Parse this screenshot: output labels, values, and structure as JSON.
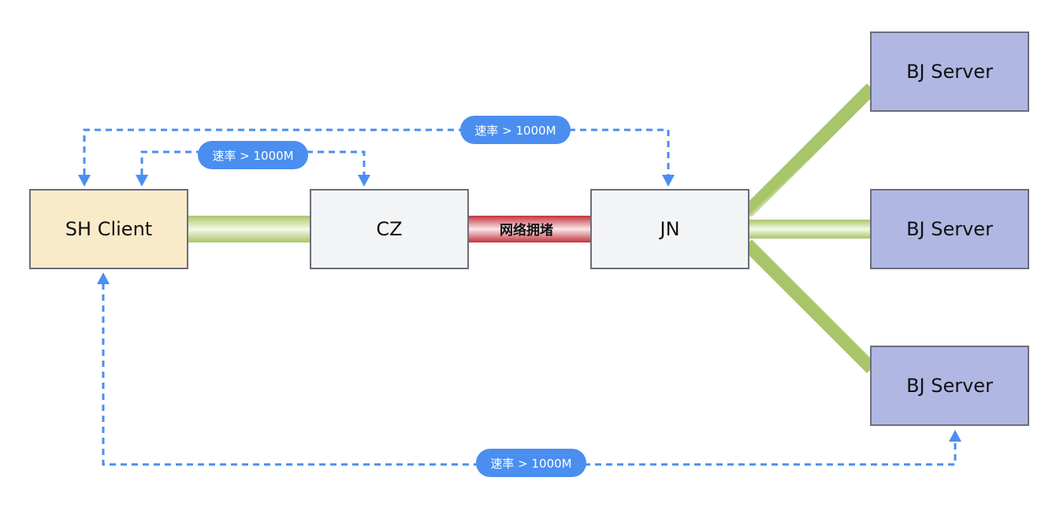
{
  "nodes": {
    "sh_client": "SH Client",
    "cz": "CZ",
    "jn": "JN",
    "bj_server_top": "BJ Server",
    "bj_server_middle": "BJ Server",
    "bj_server_bottom": "BJ Server"
  },
  "links": {
    "congestion_label": "网络拥堵"
  },
  "speed_labels": {
    "sh_to_jn": "速率 > 1000M",
    "sh_to_cz": "速率 > 1000M",
    "sh_to_bj": "速率 > 1000M"
  },
  "colors": {
    "client_fill": "#f9ebc9",
    "relay_fill": "#f3f4f6",
    "server_fill": "#b1b7e3",
    "box_stroke": "#6b6e7a",
    "healthy_link": "#a8c66c",
    "congested_link": "#cc3a45",
    "measurement_blue": "#4a8ef0"
  }
}
